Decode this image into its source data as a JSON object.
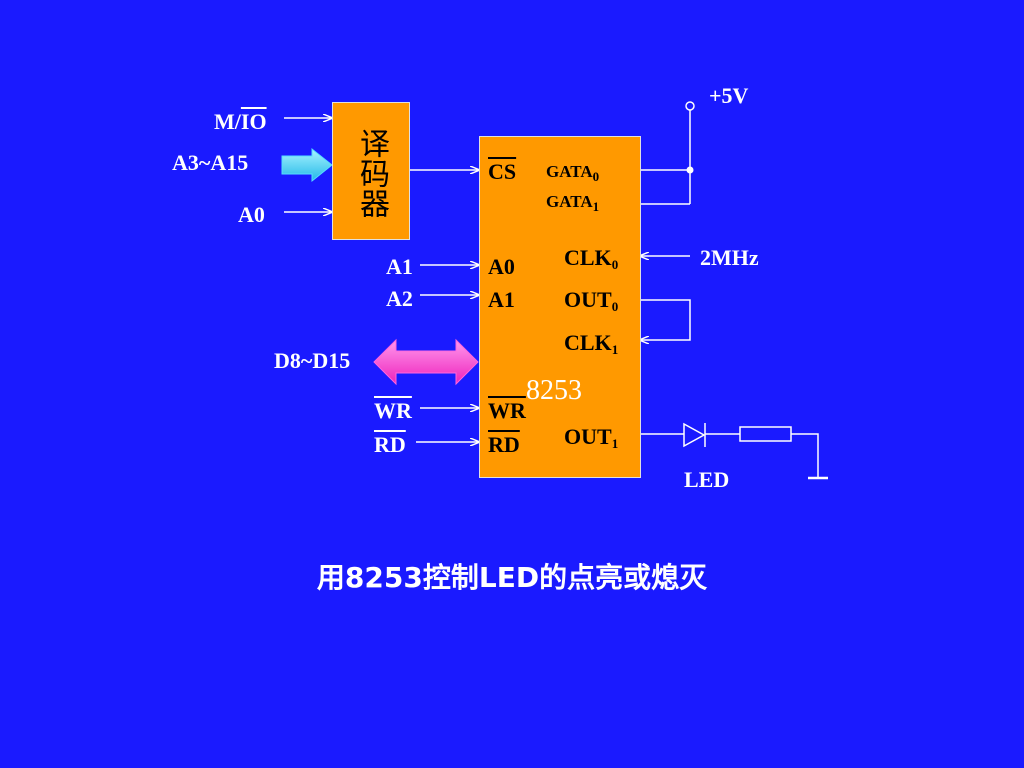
{
  "decoder": {
    "label": "译码器"
  },
  "decoder_inputs": {
    "mio_prefix": "M/",
    "mio_overline": "IO",
    "a3_a15": "A3~A15",
    "a0": "A0"
  },
  "address_lines": {
    "a1": "A1",
    "a2": "A2"
  },
  "data_bus": {
    "label": "D8~D15"
  },
  "control_lines": {
    "wr": "WR",
    "rd": "RD"
  },
  "chip": {
    "name": "8253",
    "pins_left": {
      "cs": "CS",
      "a0": "A0",
      "a1": "A1",
      "wr": "WR",
      "rd": "RD"
    },
    "pins_right": {
      "gata0": "GATA",
      "gata0_sub": "0",
      "gata1": "GATA",
      "gata1_sub": "1",
      "clk0": "CLK",
      "clk0_sub": "0",
      "out0": "OUT",
      "out0_sub": "0",
      "clk1": "CLK",
      "clk1_sub": "1",
      "out1": "OUT",
      "out1_sub": "1"
    }
  },
  "power": {
    "label": "+5V"
  },
  "clock": {
    "label": "2MHz"
  },
  "led": {
    "label": "LED"
  },
  "caption": "用8253控制LED的点亮或熄灭",
  "colors": {
    "background": "#1a1aff",
    "block_fill": "#ff9900",
    "wire": "#ffffff",
    "bus_arrow": "#ff44cc",
    "input_arrow": "#33ccff"
  }
}
